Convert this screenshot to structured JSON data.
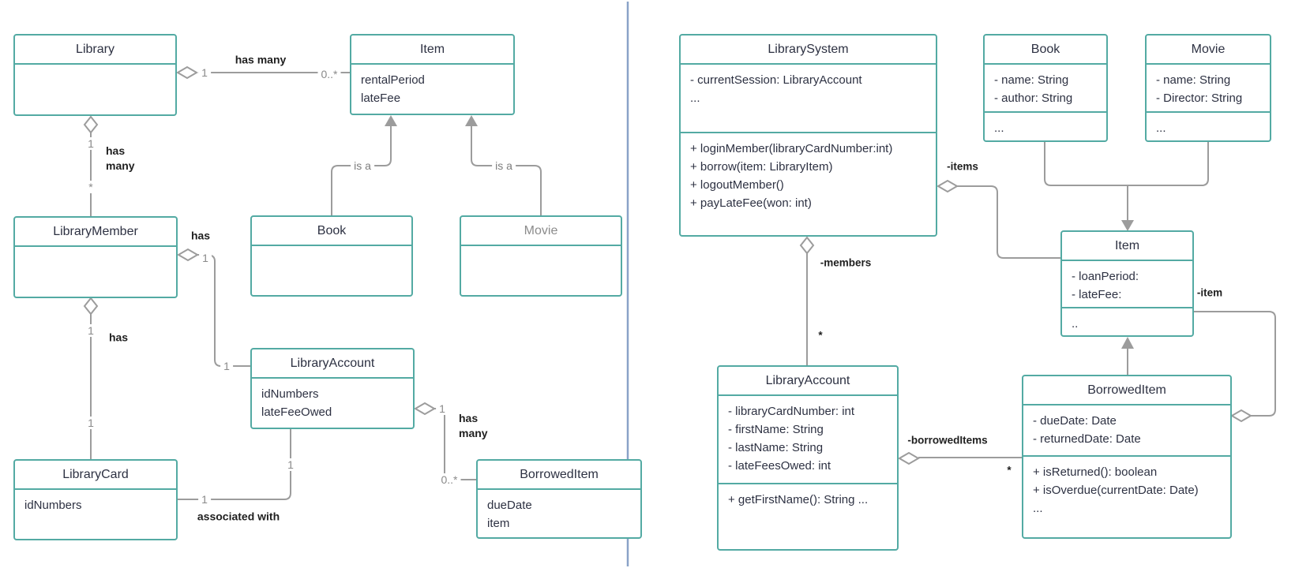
{
  "colors": {
    "box_border": "#53aaa3",
    "connector": "#9c9c9c",
    "divider": "#8aa2c8",
    "text": "#2d3142",
    "muted_text": "#8b8b8b",
    "label_text": "#1f1f1f"
  },
  "shared": {
    "one": "1",
    "zero_or_many": "0..*",
    "star": "*",
    "has": "has",
    "many": "many",
    "has_many": "has many",
    "is_a": "is a",
    "associated_with": "associated with"
  },
  "left": {
    "classes": [
      {
        "title": "Library",
        "attrs": []
      },
      {
        "title": "Item",
        "attrs": [
          "rentalPeriod",
          "lateFee"
        ]
      },
      {
        "title": "LibraryMember",
        "attrs": []
      },
      {
        "title": "Book",
        "attrs": []
      },
      {
        "title": "Movie",
        "attrs": []
      },
      {
        "title": "LibraryAccount",
        "attrs": [
          "idNumbers",
          "lateFeeOwed"
        ]
      },
      {
        "title": "LibraryCard",
        "attrs": [
          "idNumbers"
        ]
      },
      {
        "title": "BorrowedItem",
        "attrs": [
          "dueDate",
          "item"
        ]
      }
    ]
  },
  "right": {
    "classes": [
      {
        "title": "LibrarySystem",
        "attrs": [
          "- currentSession: LibraryAccount",
          "..."
        ],
        "methods": [
          "+ loginMember(libraryCardNumber:int)",
          "+ borrow(item: LibraryItem)",
          "+ logoutMember()",
          "+ payLateFee(won: int)"
        ]
      },
      {
        "title": "Book",
        "attrs": [
          "- name: String",
          "- author: String"
        ],
        "methods": [
          "..."
        ]
      },
      {
        "title": "Movie",
        "attrs": [
          "- name: String",
          "- Director: String"
        ],
        "methods": [
          "..."
        ]
      },
      {
        "title": "Item",
        "attrs": [
          "- loanPeriod:",
          "- lateFee:"
        ],
        "methods": [
          ".."
        ]
      },
      {
        "title": "LibraryAccount",
        "attrs": [
          "- libraryCardNumber: int",
          "- firstName: String",
          "- lastName: String",
          "- lateFeesOwed: int"
        ],
        "methods": [
          "+ getFirstName(): String  ..."
        ]
      },
      {
        "title": "BorrowedItem",
        "attrs": [
          "- dueDate: Date",
          "- returnedDate: Date"
        ],
        "methods": [
          "+ isReturned(): boolean",
          "+ isOverdue(currentDate: Date)",
          "..."
        ]
      }
    ],
    "labels": {
      "items": "-items",
      "members": "-members",
      "borrowed_items": "-borrowedItems",
      "item": "-item",
      "star": "*"
    }
  }
}
